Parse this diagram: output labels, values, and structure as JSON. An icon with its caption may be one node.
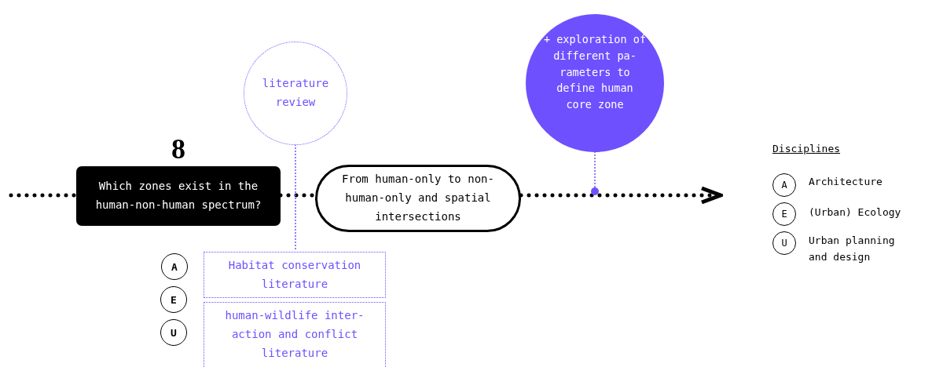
{
  "diagram": {
    "nodes": [
      {
        "text": [
          "Which zones exist in the human-non-human spectrum?"
        ],
        "beside": [
          "8"
        ]
      },
      {
        "text": [
          "From human-only to non-human-only and spatial intersections"
        ]
      },
      {
        "text": [
          "literature review"
        ]
      },
      {
        "text": [
          "Habitat conservation literature"
        ]
      },
      {
        "text": [
          "human-wildlife inter- action and conflict literature"
        ]
      },
      {
        "text": [
          "+ exploration of different pa- rameters to define human core zone"
        ]
      },
      {
        "text": [
          "A"
        ]
      },
      {
        "text": [
          "E"
        ]
      },
      {
        "text": [
          "U"
        ]
      },
      {
        "text": [],
        "shape": "circle"
      }
    ],
    "edges": [
      {
        "from": null,
        "to": 0,
        "arrow": "none"
      },
      {
        "from": 0,
        "to": 1,
        "arrow": "none"
      },
      {
        "from": 1,
        "to": null,
        "arrow": "to"
      },
      {
        "from": 2,
        "to": 3,
        "arrow": "none",
        "color": "#6e50ff"
      },
      {
        "from": 5,
        "to": 9,
        "arrow": "none",
        "color": "#6e50ff"
      }
    ],
    "labels": [
      "Disciplines",
      "A",
      "Architecture",
      "E",
      "(Urban) Ecology",
      "U",
      "Urban planning and design"
    ]
  }
}
